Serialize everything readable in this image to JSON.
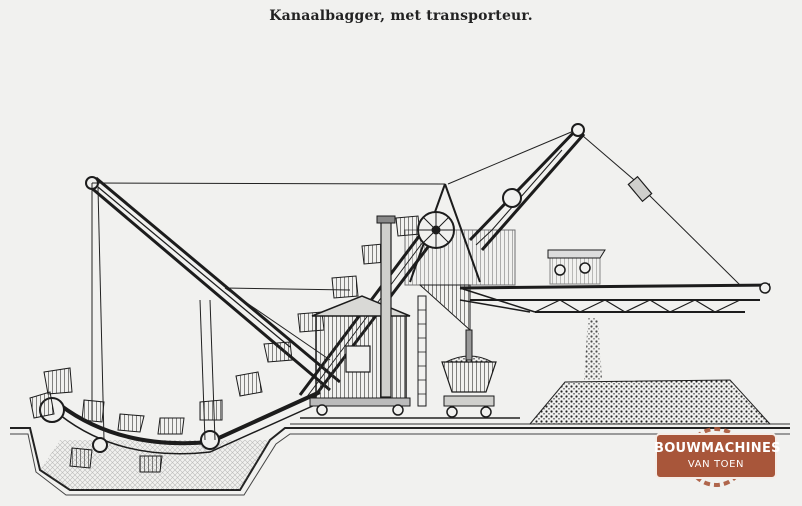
{
  "caption": "Kanaalbagger, met transporteur.",
  "watermark": {
    "line1": "BOUWMACHINES",
    "line2": "VAN TOEN",
    "color": "#a8563a"
  },
  "colors": {
    "paper": "#f1f1ef",
    "ink": "#1c1c1c"
  }
}
